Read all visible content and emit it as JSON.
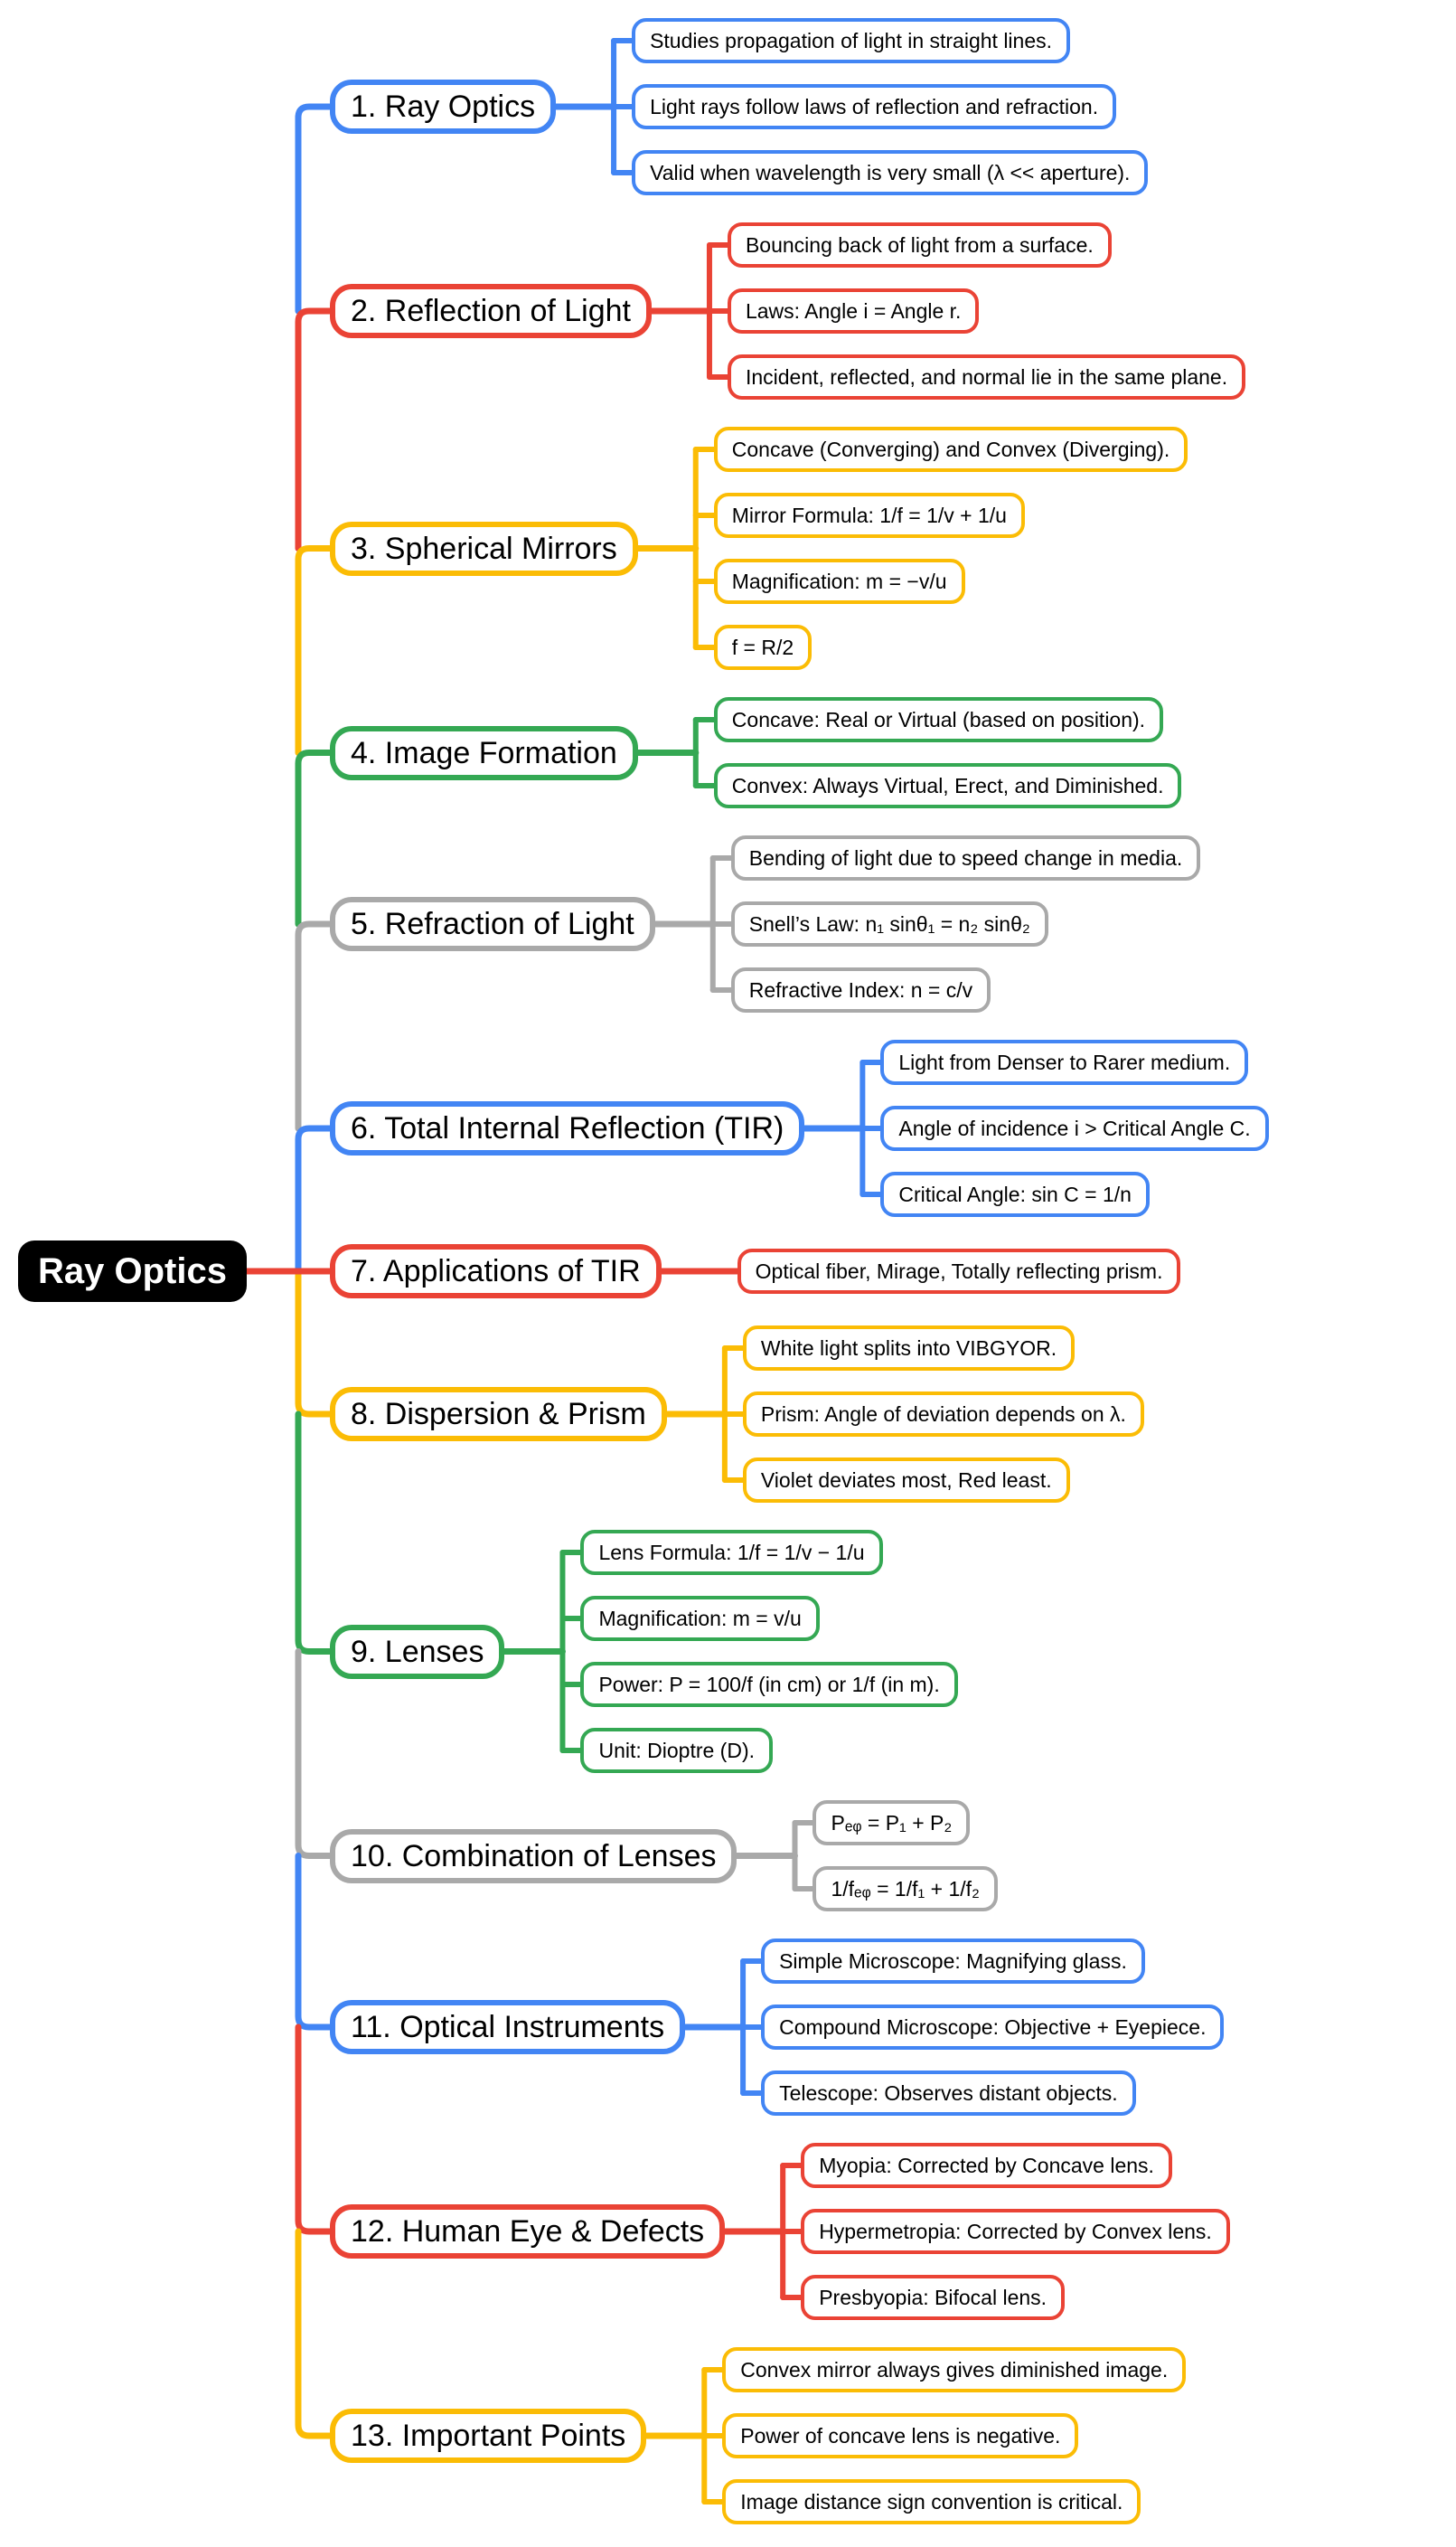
{
  "title": "Ray Optics",
  "root": {
    "label": "Ray Optics"
  },
  "palette": {
    "blue": "#4285F4",
    "red": "#EA4335",
    "yellow": "#FBBC05",
    "green": "#34A853",
    "gray": "#A9A9A9",
    "central_bg": "#000000",
    "central_text": "#FFFFFF"
  },
  "branches": [
    {
      "label": "1. Ray Optics",
      "color": "blue",
      "leaves": [
        "Studies propagation of light in straight lines.",
        "Light rays follow laws of reflection and refraction.",
        "Valid when wavelength is very small (λ << aperture)."
      ]
    },
    {
      "label": "2. Reflection of Light",
      "color": "red",
      "leaves": [
        "Bouncing back of light from a surface.",
        "Laws: Angle i = Angle r.",
        "Incident, reflected, and normal lie in the same plane."
      ]
    },
    {
      "label": "3. Spherical Mirrors",
      "color": "yellow",
      "leaves": [
        "Concave (Converging) and Convex (Diverging).",
        "Mirror Formula: 1/f = 1/v + 1/u",
        "Magnification: m = −v/u",
        "f = R/2"
      ]
    },
    {
      "label": "4. Image Formation",
      "color": "green",
      "leaves": [
        "Concave: Real or Virtual (based on position).",
        "Convex: Always Virtual, Erect, and Diminished."
      ]
    },
    {
      "label": "5. Refraction of Light",
      "color": "gray",
      "leaves": [
        "Bending of light due to speed change in media.",
        "Snell’s Law: n₁ sinθ₁ = n₂ sinθ₂",
        "Refractive Index: n = c/v"
      ]
    },
    {
      "label": "6. Total Internal Reflection (TIR)",
      "color": "blue",
      "leaves": [
        "Light from Denser to Rarer medium.",
        "Angle of incidence i > Critical Angle C.",
        "Critical Angle: sin C = 1/n"
      ]
    },
    {
      "label": "7. Applications of TIR",
      "color": "red",
      "leaves": [
        "Optical fiber, Mirage, Totally reflecting prism."
      ]
    },
    {
      "label": "8. Dispersion & Prism",
      "color": "yellow",
      "leaves": [
        "White light splits into VIBGYOR.",
        "Prism: Angle of deviation depends on λ.",
        "Violet deviates most, Red least."
      ]
    },
    {
      "label": "9. Lenses",
      "color": "green",
      "leaves": [
        "Lens Formula: 1/f = 1/v − 1/u",
        "Magnification: m = v/u",
        "Power: P = 100/f (in cm) or 1/f (in m).",
        "Unit: Dioptre (D)."
      ]
    },
    {
      "label": "10. Combination of Lenses",
      "color": "gray",
      "leaves": [
        "Pₑᵩ = P₁ + P₂",
        "1/fₑᵩ = 1/f₁ + 1/f₂"
      ]
    },
    {
      "label": "11. Optical Instruments",
      "color": "blue",
      "leaves": [
        "Simple Microscope: Magnifying glass.",
        "Compound Microscope: Objective + Eyepiece.",
        "Telescope: Observes distant objects."
      ]
    },
    {
      "label": "12. Human Eye & Defects",
      "color": "red",
      "leaves": [
        "Myopia: Corrected by Concave lens.",
        "Hypermetropia: Corrected by Convex lens.",
        "Presbyopia: Bifocal lens."
      ]
    },
    {
      "label": "13. Important Points",
      "color": "yellow",
      "leaves": [
        "Convex mirror always gives diminished image.",
        "Power of concave lens is negative.",
        "Image distance sign convention is critical."
      ]
    }
  ]
}
